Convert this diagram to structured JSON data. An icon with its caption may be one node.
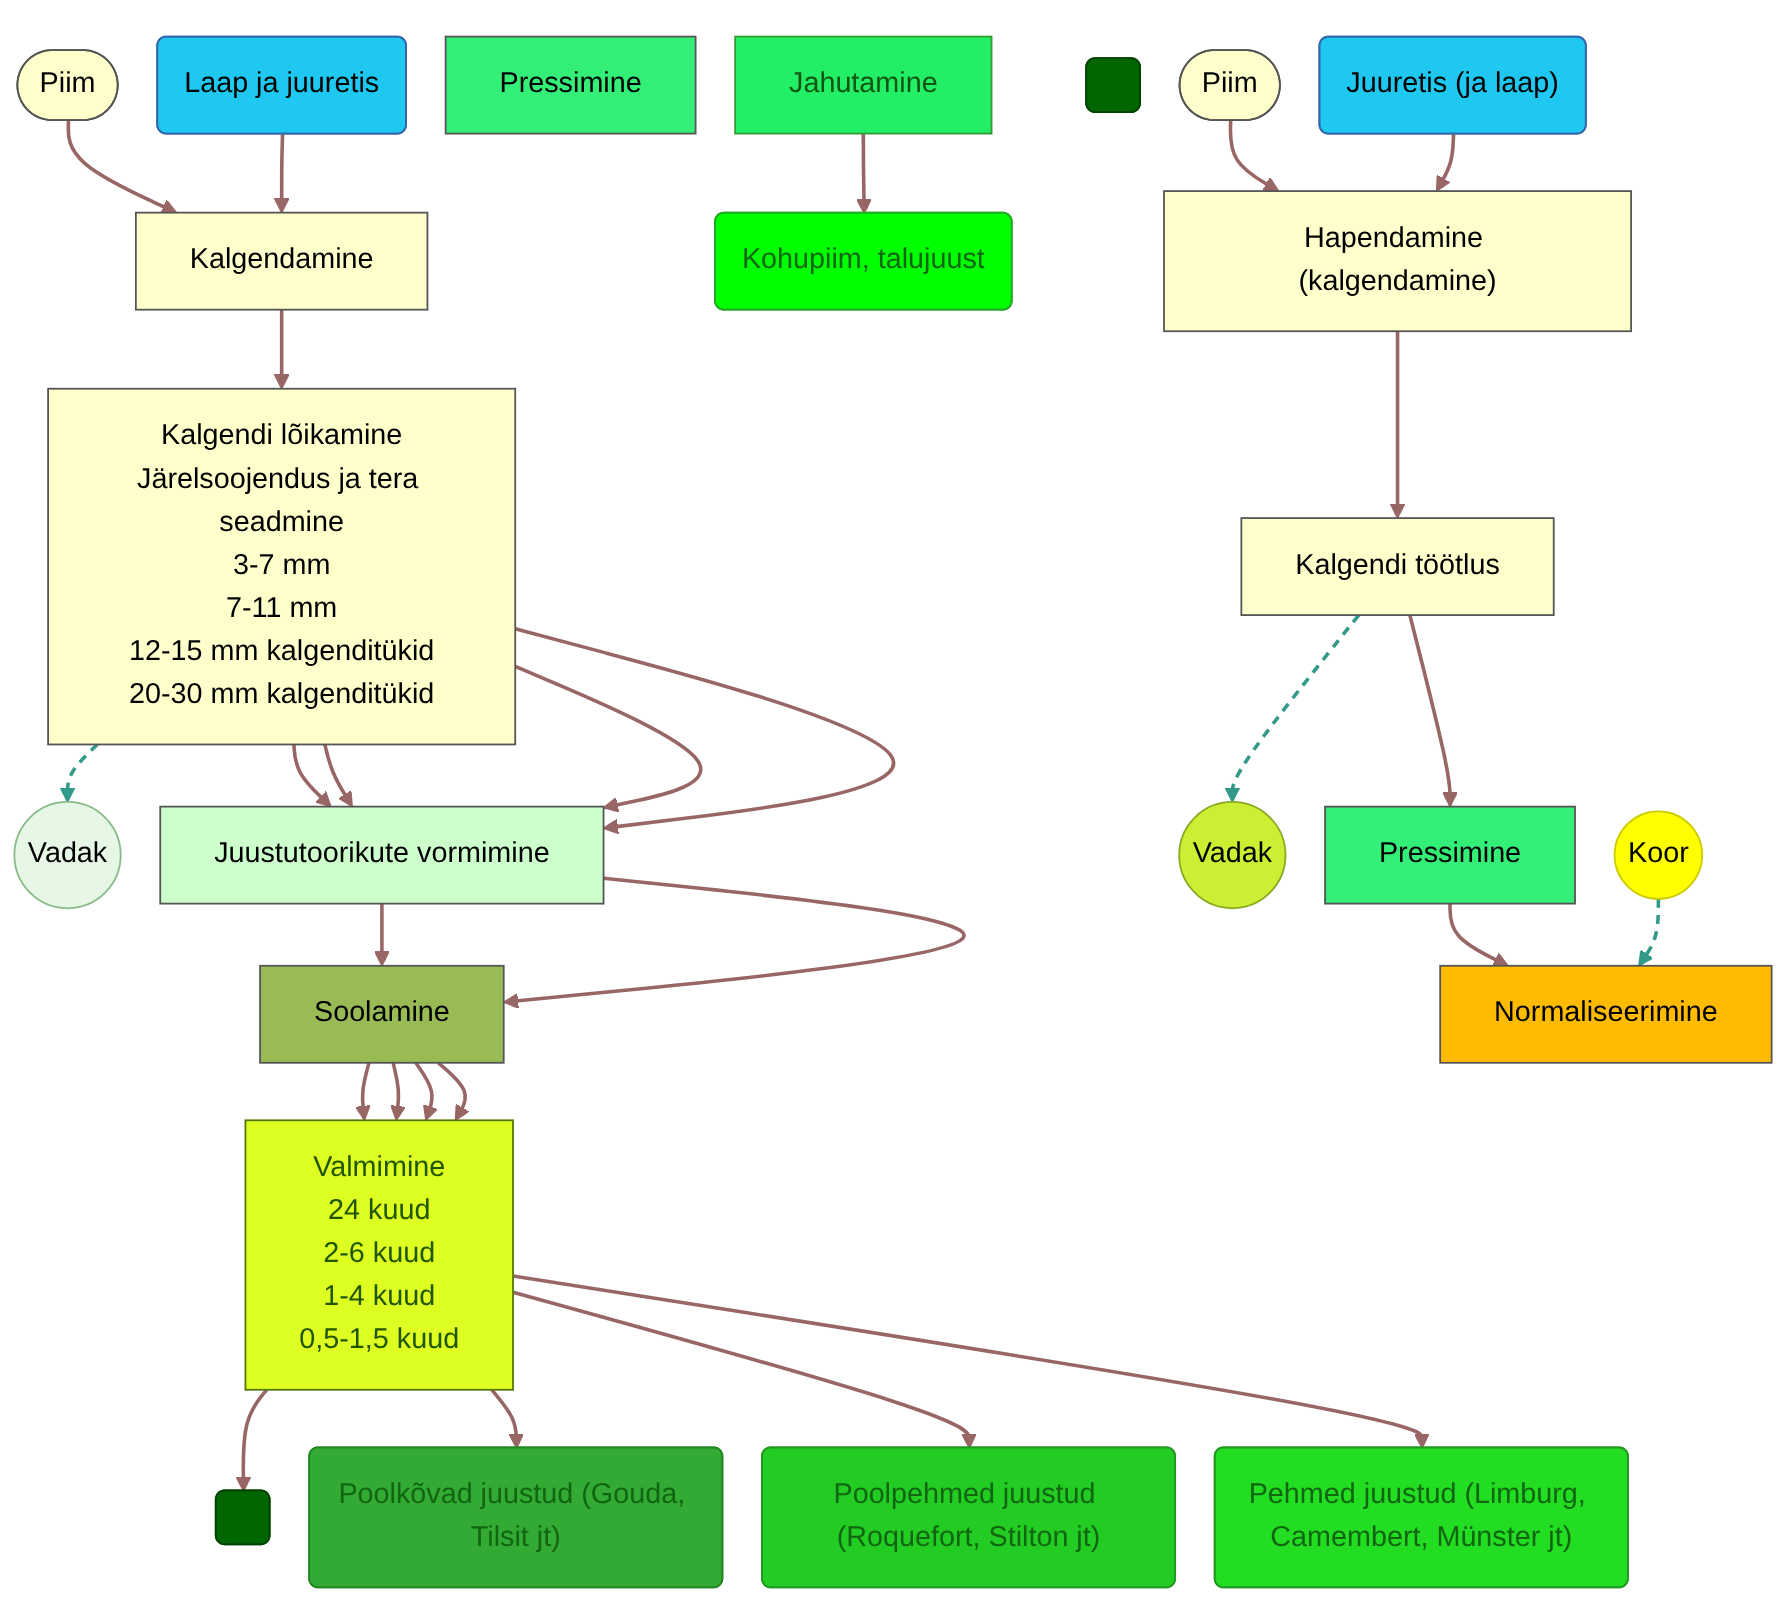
{
  "diagram": {
    "nodes": [
      {
        "text": [
          "Piim"
        ]
      },
      {
        "text": [
          "Laap ja juuretis"
        ]
      },
      {
        "text": [
          "Kalgendamine"
        ]
      },
      {
        "text": [
          "Kalgendi lõikamine",
          "Järelsoojendus ja tera seadmine",
          "3-7 mm",
          "7-11 mm",
          "12-15 mm kalgenditükid",
          "20-30 mm kalgenditükid"
        ]
      },
      {
        "text": [
          "Vadak"
        ]
      },
      {
        "text": [
          "Juustutoorikute vormimine"
        ]
      },
      {
        "text": [
          "Pressimine"
        ]
      },
      {
        "text": [
          "Soolamine"
        ]
      },
      {
        "text": [
          "Valmimine",
          "24 kuud",
          "2-6 kuud",
          "1-4 kuud",
          "0,5-1,5 kuud"
        ]
      },
      {
        "text": [
          "Jahutamine"
        ]
      },
      {
        "text": [],
        "shape": "box"
      },
      {
        "text": [
          "Poolkõvad juustud (Gouda, Tilsit jt)"
        ]
      },
      {
        "text": [
          "Poolpehmed juustud (Roquefort, Stilton jt)"
        ]
      },
      {
        "text": [
          "Pehmed juustud (Limburg, Camembert, Münster jt)"
        ]
      },
      {
        "text": [
          "Kohupiim, talujuust"
        ]
      },
      {
        "text": [],
        "shape": "box"
      },
      {
        "text": [
          "Piim"
        ]
      },
      {
        "text": [
          "Juuretis (ja laap)"
        ]
      },
      {
        "text": [
          "Hapendamine (kalgendamine)"
        ]
      },
      {
        "text": [
          "Kalgendi töötlus"
        ]
      },
      {
        "text": [
          "Vadak"
        ]
      },
      {
        "text": [
          "Pressimine"
        ]
      },
      {
        "text": [
          "Koor"
        ]
      },
      {
        "text": [
          "Normaliseerimine"
        ]
      }
    ],
    "edges": [
      {
        "from": 0,
        "to": 2,
        "arrow": "to"
      },
      {
        "from": 1,
        "to": 2,
        "arrow": "to"
      },
      {
        "from": 2,
        "to": 3,
        "arrow": "to"
      },
      {
        "from": 3,
        "to": 5,
        "arrow": "to"
      },
      {
        "from": 3,
        "to": 5,
        "arrow": "to"
      },
      {
        "from": 3,
        "to": 5,
        "arrow": "to"
      },
      {
        "from": 3,
        "to": 5,
        "arrow": "to"
      },
      {
        "from": 3,
        "to": 4,
        "arrow": "to",
        "style": "dashed",
        "color": "#339988"
      },
      {
        "from": 5,
        "to": 7,
        "arrow": "to"
      },
      {
        "from": 5,
        "to": 7,
        "arrow": "to"
      },
      {
        "from": 7,
        "to": 8,
        "arrow": "to"
      },
      {
        "from": 7,
        "to": 8,
        "arrow": "to"
      },
      {
        "from": 7,
        "to": 8,
        "arrow": "to"
      },
      {
        "from": 7,
        "to": 8,
        "arrow": "to"
      },
      {
        "from": 8,
        "to": 10,
        "arrow": "to"
      },
      {
        "from": 8,
        "to": 11,
        "arrow": "to"
      },
      {
        "from": 8,
        "to": 12,
        "arrow": "to"
      },
      {
        "from": 8,
        "to": 13,
        "arrow": "to"
      },
      {
        "from": 9,
        "to": 14,
        "arrow": "to"
      },
      {
        "from": 16,
        "to": 18,
        "arrow": "to"
      },
      {
        "from": 17,
        "to": 18,
        "arrow": "to"
      },
      {
        "from": 18,
        "to": 19,
        "arrow": "to"
      },
      {
        "from": 19,
        "to": 21,
        "arrow": "to"
      },
      {
        "from": 19,
        "to": 20,
        "arrow": "to",
        "style": "dashed",
        "color": "#339988"
      },
      {
        "from": 21,
        "to": 23,
        "arrow": "to"
      },
      {
        "from": 22,
        "to": 23,
        "arrow": "to",
        "style": "dashed",
        "color": "#339988"
      }
    ]
  }
}
